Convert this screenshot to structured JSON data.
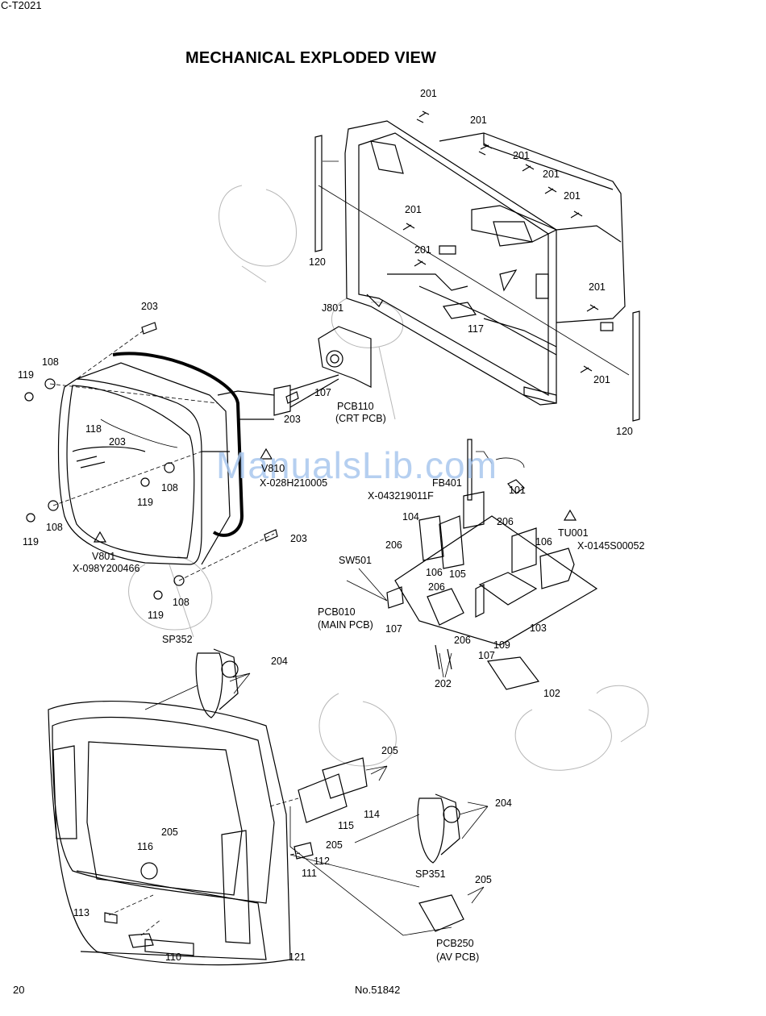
{
  "header": {
    "model": "C-T2021"
  },
  "title": "MECHANICAL EXPLODED VIEW",
  "footer": {
    "page_number": "20",
    "document_number": "No.51842"
  },
  "watermark": "ManualsLib.com",
  "callouts": [
    {
      "text": "201"
    },
    {
      "text": "201"
    },
    {
      "text": "201"
    },
    {
      "text": "201"
    },
    {
      "text": "201"
    },
    {
      "text": "201"
    },
    {
      "text": "201"
    },
    {
      "text": "201"
    },
    {
      "text": "201"
    },
    {
      "text": "120"
    },
    {
      "text": "117"
    },
    {
      "text": "120"
    },
    {
      "text": "203"
    },
    {
      "text": "J801"
    },
    {
      "text": "108"
    },
    {
      "text": "119"
    },
    {
      "text": "107"
    },
    {
      "text": "PCB110"
    },
    {
      "text": "(CRT PCB)"
    },
    {
      "text": "203"
    },
    {
      "text": "118"
    },
    {
      "text": "203"
    },
    {
      "text": "V810"
    },
    {
      "text": "X-028H210005"
    },
    {
      "text": "108"
    },
    {
      "text": "119"
    },
    {
      "text": "119"
    },
    {
      "text": "108"
    },
    {
      "text": "203"
    },
    {
      "text": "V801"
    },
    {
      "text": "X-098Y200466"
    },
    {
      "text": "108"
    },
    {
      "text": "119"
    },
    {
      "text": "FB401"
    },
    {
      "text": "X-043219011F"
    },
    {
      "text": "101"
    },
    {
      "text": "104"
    },
    {
      "text": "206"
    },
    {
      "text": "206"
    },
    {
      "text": "106"
    },
    {
      "text": "TU001"
    },
    {
      "text": "X-0145S00052"
    },
    {
      "text": "SW501"
    },
    {
      "text": "106"
    },
    {
      "text": "105"
    },
    {
      "text": "206"
    },
    {
      "text": "PCB010"
    },
    {
      "text": "(MAIN PCB)"
    },
    {
      "text": "107"
    },
    {
      "text": "103"
    },
    {
      "text": "206"
    },
    {
      "text": "109"
    },
    {
      "text": "107"
    },
    {
      "text": "202"
    },
    {
      "text": "102"
    },
    {
      "text": "SP352"
    },
    {
      "text": "204"
    },
    {
      "text": "205"
    },
    {
      "text": "114"
    },
    {
      "text": "115"
    },
    {
      "text": "204"
    },
    {
      "text": "205"
    },
    {
      "text": "116"
    },
    {
      "text": "205"
    },
    {
      "text": "112"
    },
    {
      "text": "111"
    },
    {
      "text": "SP351"
    },
    {
      "text": "205"
    },
    {
      "text": "113"
    },
    {
      "text": "110"
    },
    {
      "text": "PCB250"
    },
    {
      "text": "(AV PCB)"
    },
    {
      "text": "121"
    }
  ]
}
